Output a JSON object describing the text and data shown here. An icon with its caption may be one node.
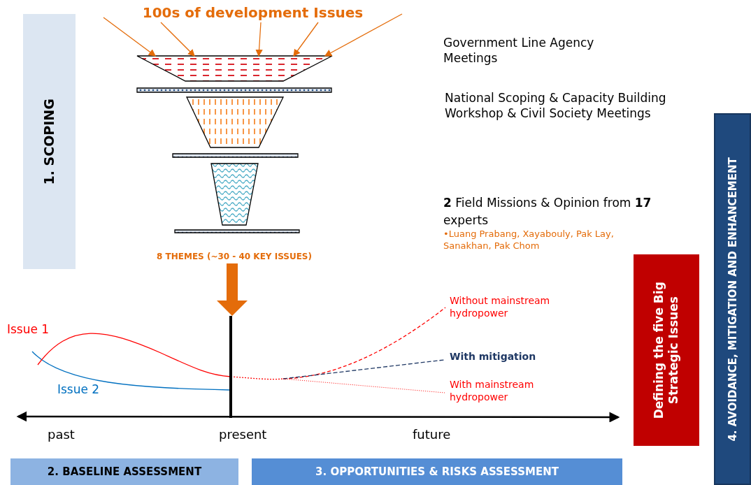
{
  "diagram": {
    "nodes": [
      {
        "text": [
          "1. SCOPING"
        ]
      },
      {
        "text": [
          "100s of development Issues"
        ]
      },
      {
        "text": [],
        "shape": "trapezoid"
      },
      {
        "text": [],
        "shape": "bar"
      },
      {
        "text": [],
        "shape": "trapezoid"
      },
      {
        "text": [],
        "shape": "bar"
      },
      {
        "text": [],
        "shape": "trapezoid"
      },
      {
        "text": [],
        "shape": "bar"
      },
      {
        "text": [
          "8 THEMES (~30 - 40 KEY ISSUES)"
        ]
      },
      {
        "text": [
          "Defining the five Big Strategic Issues"
        ]
      },
      {
        "text": [
          "4. AVOIDANCE, MITIGATION AND ENHANCEMENT"
        ]
      },
      {
        "text": [
          "2. BASELINE ASSESSMENT"
        ]
      },
      {
        "text": [
          "3. OPPORTUNITIES & RISKS ASSESSMENT"
        ]
      }
    ],
    "edges": [
      {
        "from": null,
        "to": 2,
        "arrow": "to"
      },
      {
        "from": 1,
        "to": 2,
        "arrow": "to"
      },
      {
        "from": 1,
        "to": 2,
        "arrow": "to"
      },
      {
        "from": 1,
        "to": 2,
        "arrow": "to"
      },
      {
        "from": null,
        "to": 2,
        "arrow": "to"
      },
      {
        "from": 8,
        "to": null,
        "arrow": "to",
        "style": "thick"
      }
    ],
    "labels": [
      "Government Line Agency Meetings",
      "National Scoping & Capacity Building Workshop & Civil Society Meetings",
      "**2** Field Missions & Opinion from **17** experts",
      "•Luang Prabang, Xayabouly, Pak Lay, Sanakhan, Pak Chom",
      "Without mainstream hydropower",
      "Issue 1",
      "With mitigation",
      "Issue 2",
      "With mainstream hydropower",
      "past",
      "present",
      "future"
    ]
  }
}
